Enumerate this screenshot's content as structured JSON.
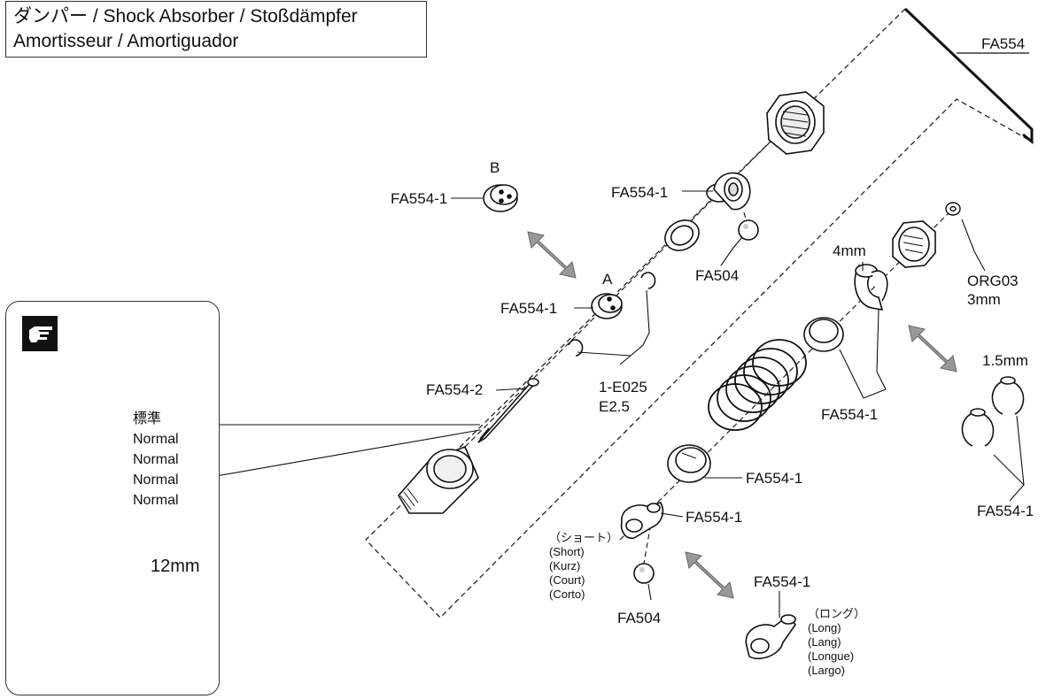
{
  "title": {
    "line1": "ダンパー / Shock Absorber / Stoßdämpfer",
    "line2": "Amortisseur / Amortiguador"
  },
  "labels": {
    "fa554_set": "FA554",
    "fa554_1_b": "FA554-1",
    "marker_b": "B",
    "fa554_1_top": "FA554-1",
    "fa504_top": "FA504",
    "marker_a": "A",
    "fa554_1_a": "FA554-1",
    "e_clip_code": "1-E025",
    "e_clip_size": "E2.5",
    "fa554_2": "FA554-2",
    "spacer_4mm": "4mm",
    "org03": "ORG03",
    "org03_size": "3mm",
    "spacer_1_5mm": "1.5mm",
    "fa554_1_spring": "FA554-1",
    "fa554_1_collar": "FA554-1",
    "fa554_1_end": "FA554-1",
    "fa554_1_right": "FA554-1",
    "fa504_bottom": "FA504",
    "fa554_1_long": "FA554-1"
  },
  "short_label": [
    "（ショート）",
    "(Short)",
    "(Kurz)",
    "(Court)",
    "(Corto)"
  ],
  "long_label": [
    "（ロング）",
    "(Long)",
    "(Lang)",
    "(Longue)",
    "(Largo)"
  ],
  "inset": {
    "icon": "pointing-hand-icon",
    "standard": [
      "標準",
      "Normal",
      "Normal",
      "Normal",
      "Normal"
    ],
    "measure": "12mm"
  }
}
